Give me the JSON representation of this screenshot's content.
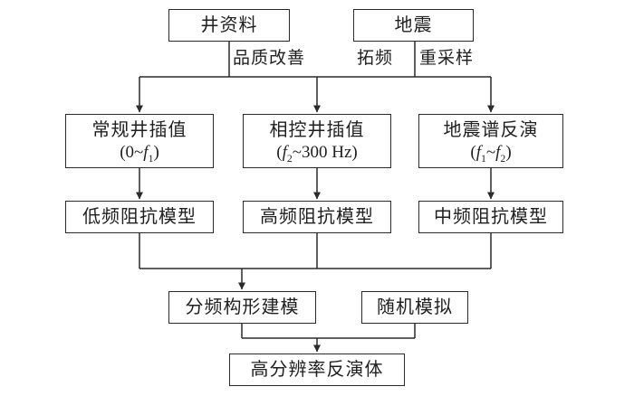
{
  "diagram": {
    "colors": {
      "background": "#ffffff",
      "line": "#2b2b2b",
      "text": "#1f1f1f"
    },
    "nodes": {
      "well_data": {
        "label": "井资料"
      },
      "seismic": {
        "label": "地震"
      },
      "conventional_interpolation": {
        "title": "常规井插值",
        "range_html": "(0~<i>f</i><sub>1</sub>)"
      },
      "phase_controlled_interpolation": {
        "title": "相控井插值",
        "range_html": "(<i>f</i><sub>2</sub>~300 Hz)"
      },
      "seismic_spectral_inversion": {
        "title": "地震谱反演",
        "range_html": "(<i>f</i><sub>1</sub>~<i>f</i><sub>2</sub>)"
      },
      "low_freq_impedance_model": {
        "label": "低频阻抗模型"
      },
      "high_freq_impedance_model": {
        "label": "高频阻抗模型"
      },
      "mid_freq_impedance_model": {
        "label": "中频阻抗模型"
      },
      "freq_division_structure_modeling": {
        "label": "分频构形建模"
      },
      "stochastic_simulation": {
        "label": "随机模拟"
      },
      "high_resolution_inversion_volume": {
        "label": "高分辨率反演体"
      }
    },
    "edge_labels": {
      "quality_improvement": "品质改善",
      "frequency_broadening": "拓频",
      "resampling": "重采样"
    }
  }
}
